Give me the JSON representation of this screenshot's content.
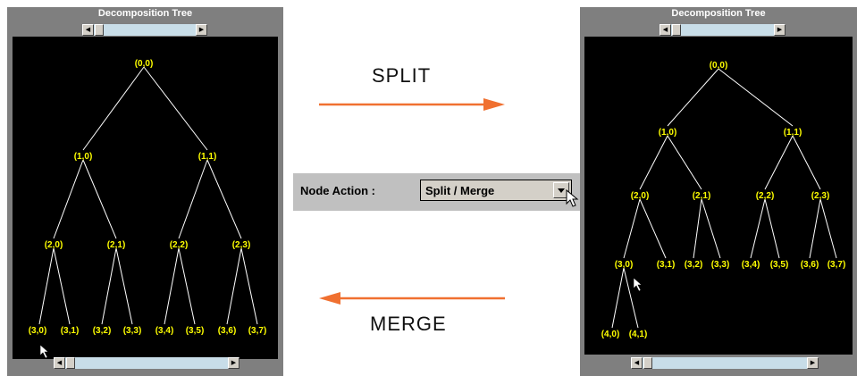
{
  "left_panel": {
    "title": "Decomposition Tree",
    "nodes": {
      "n00": "(0,0)",
      "n10": "(1,0)",
      "n11": "(1,1)",
      "n20": "(2,0)",
      "n21": "(2,1)",
      "n22": "(2,2)",
      "n23": "(2,3)",
      "n30": "(3,0)",
      "n31": "(3,1)",
      "n32": "(3,2)",
      "n33": "(3,3)",
      "n34": "(3,4)",
      "n35": "(3,5)",
      "n36": "(3,6)",
      "n37": "(3,7)"
    }
  },
  "right_panel": {
    "title": "Decomposition Tree",
    "nodes": {
      "n00": "(0,0)",
      "n10": "(1,0)",
      "n11": "(1,1)",
      "n20": "(2,0)",
      "n21": "(2,1)",
      "n22": "(2,2)",
      "n23": "(2,3)",
      "n30": "(3,0)",
      "n31": "(3,1)",
      "n32": "(3,2)",
      "n33": "(3,3)",
      "n34": "(3,4)",
      "n35": "(3,5)",
      "n36": "(3,6)",
      "n37": "(3,7)",
      "n40": "(4,0)",
      "n41": "(4,1)"
    }
  },
  "split_label": "SPLIT",
  "merge_label": "MERGE",
  "node_action": {
    "label": "Node Action :",
    "selected": "Split / Merge"
  },
  "colors": {
    "arrow": "#f07030",
    "node_text": "#ffff00",
    "tree_bg": "#000000",
    "panel_bg": "#7f7f7f"
  }
}
